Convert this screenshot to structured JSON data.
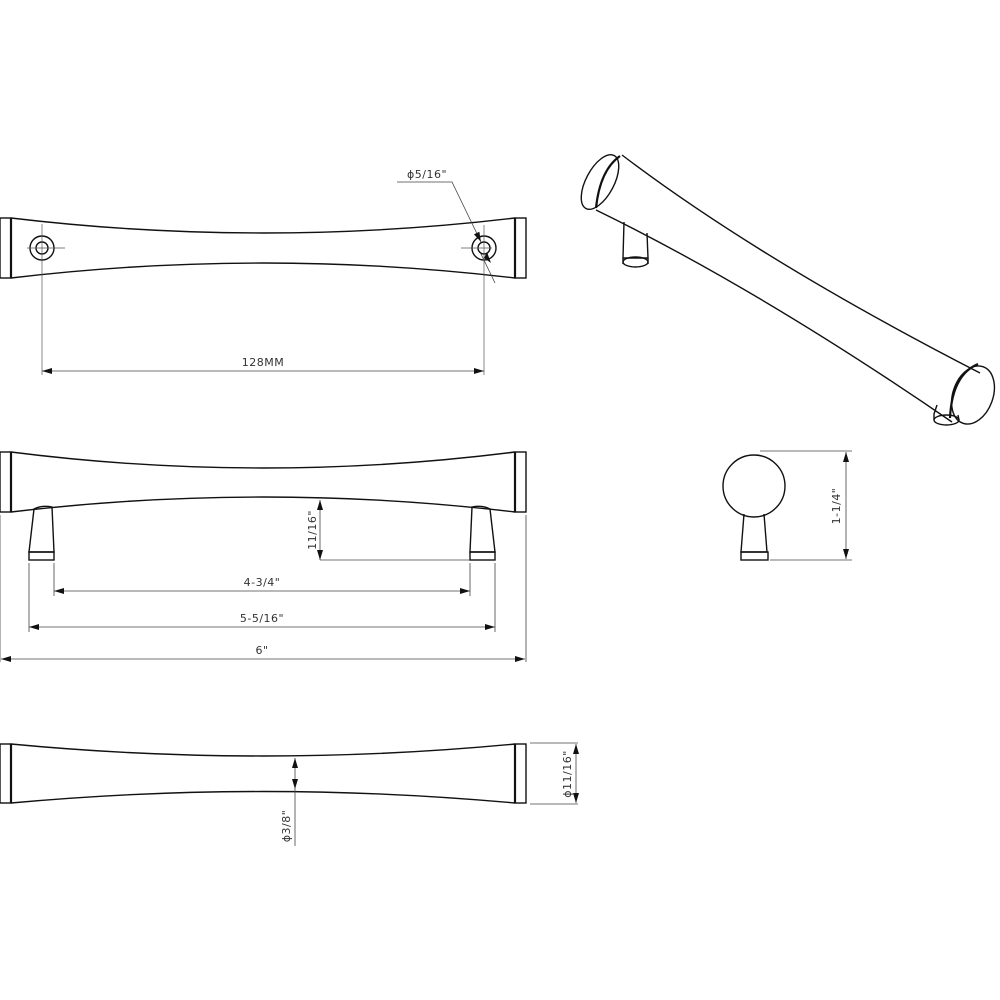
{
  "drawing": {
    "top_view": {
      "hole_diameter": "ϕ5/16\"",
      "center_to_center": "128MM"
    },
    "front_view": {
      "projection": "11/16\"",
      "inner_leg_spacing": "4-3/4\"",
      "outer_leg_spacing": "5-5/16\"",
      "overall_length": "6\""
    },
    "side_view": {
      "height": "1-1/4\""
    },
    "bottom_view": {
      "center_diameter": "ϕ3/8\"",
      "end_diameter": "ϕ11/16\""
    }
  },
  "colors": {
    "line": "#111111",
    "dimension": "#444444",
    "background": "#ffffff"
  }
}
